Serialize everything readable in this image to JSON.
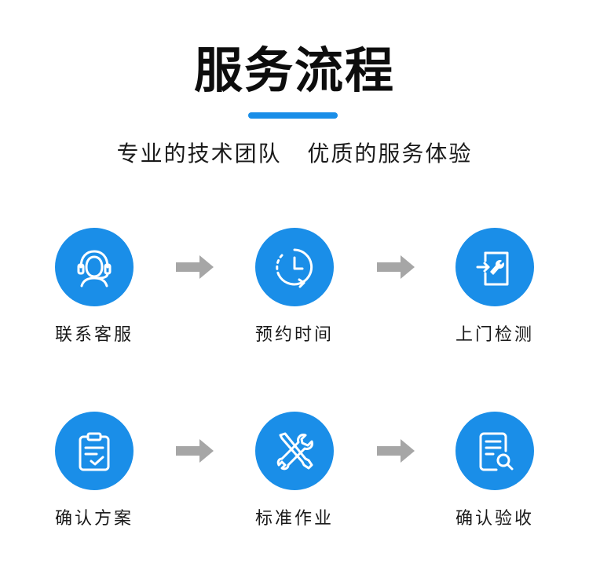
{
  "header": {
    "title": "服务流程",
    "subtitle": "专业的技术团队   优质的服务体验"
  },
  "steps": [
    {
      "label": "联系客服",
      "icon": "headset-agent-icon"
    },
    {
      "label": "预约时间",
      "icon": "clock-icon"
    },
    {
      "label": "上门检测",
      "icon": "door-wrench-icon"
    },
    {
      "label": "确认方案",
      "icon": "clipboard-check-icon"
    },
    {
      "label": "标准作业",
      "icon": "tools-icon"
    },
    {
      "label": "确认验收",
      "icon": "document-search-icon"
    }
  ],
  "colors": {
    "accent": "#1a8ee8",
    "arrow": "#a6a6a6",
    "text": "#1a1a1a"
  }
}
